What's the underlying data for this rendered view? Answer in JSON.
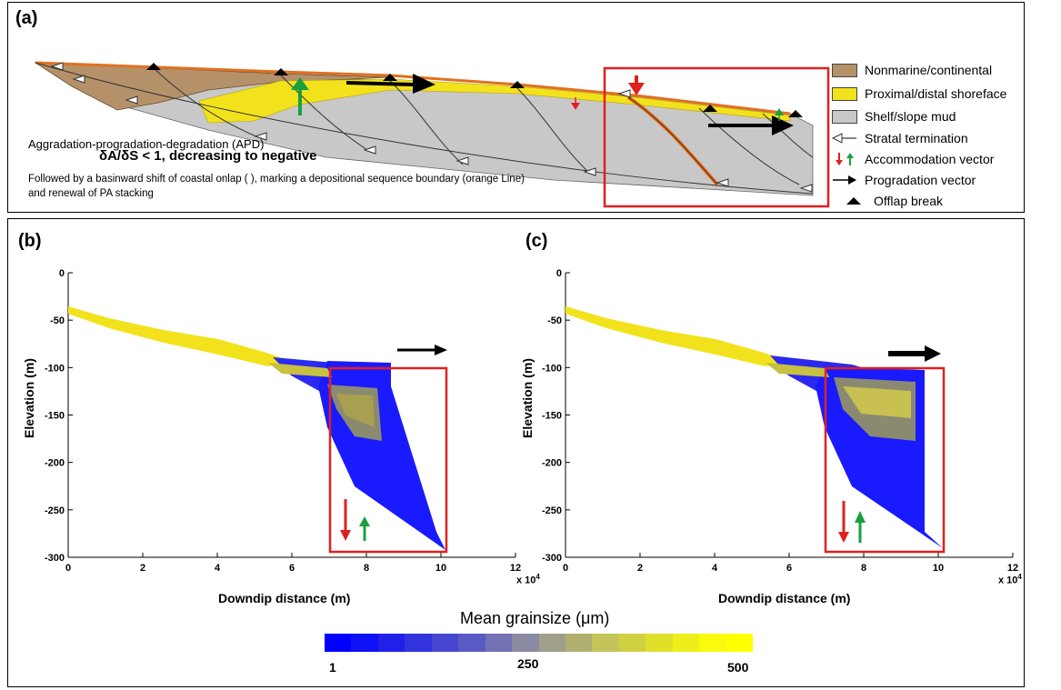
{
  "panel_a": {
    "label": "(a)",
    "apd_text": "Aggradation-progradation-degradation (APD)",
    "ratio_text": "δA/δS < 1, decreasing to negative",
    "follow_text": "Followed by a basinward shift of coastal onlap ( ), marking a depositional sequence boundary (orange Line) and renewal of PA stacking",
    "legend": [
      {
        "label": "Nonmarine/continental",
        "color": "#b5916a"
      },
      {
        "label": "Proximal/distal shoreface",
        "color": "#f2e21c"
      },
      {
        "label": "Shelf/slope mud",
        "color": "#c8c8c8"
      },
      {
        "label": "Stratal termination",
        "icon": "open-triangle-arrow-icon"
      },
      {
        "label": "Accommodation vector",
        "icon": "red-green-arrows-icon"
      },
      {
        "label": "Progradation vector",
        "icon": "black-arrow-icon"
      },
      {
        "label": "Offlap break",
        "icon": "black-triangle-icon"
      }
    ]
  },
  "panel_b": {
    "label": "(b)",
    "xlabel": "Downdip distance (m)",
    "ylabel": "Elevation (m)",
    "x_multiplier": "x 10",
    "x_exponent": "4",
    "xticks": [
      "0",
      "2",
      "4",
      "6",
      "8",
      "10",
      "12"
    ],
    "yticks": [
      "0",
      "-50",
      "-100",
      "-150",
      "-200",
      "-250",
      "-300"
    ]
  },
  "panel_c": {
    "label": "(c)",
    "xlabel": "Downdip distance (m)",
    "ylabel": "Elevation (m)",
    "x_multiplier": "x 10",
    "x_exponent": "4",
    "xticks": [
      "0",
      "2",
      "4",
      "6",
      "8",
      "10",
      "12"
    ],
    "yticks": [
      "0",
      "-50",
      "-100",
      "-150",
      "-200",
      "-250",
      "-300"
    ]
  },
  "colorbar": {
    "title": "Mean grainsize (μm)",
    "min_label": "1",
    "mid_label": "250",
    "max_label": "500",
    "colors": [
      "#0000ff",
      "#1010f4",
      "#2020e8",
      "#3333de",
      "#4646d0",
      "#5a5ac4",
      "#7272b4",
      "#8a8aa2",
      "#a0a08a",
      "#b0b070",
      "#c4c45a",
      "#d0d040",
      "#e0e02a",
      "#eeee1a",
      "#fafa0c",
      "#ffff00"
    ]
  }
}
